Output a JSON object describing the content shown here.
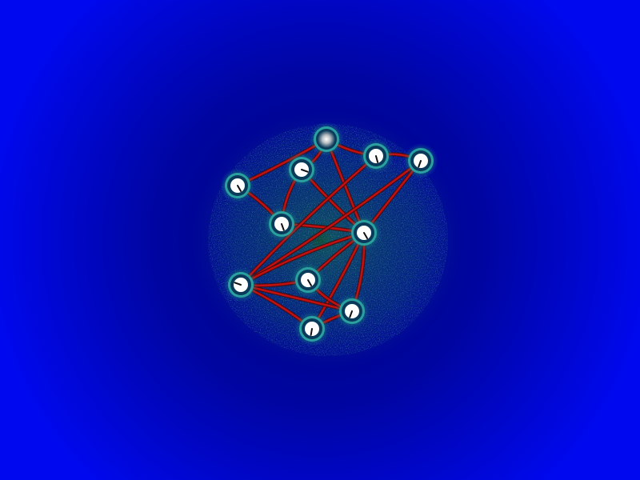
{
  "game": {
    "colors": {
      "background_light": "#0008f0",
      "background_dark": "#000428",
      "glow_inner": "#22e07a",
      "glow_outer": "#0b5fa0",
      "noise": "#1a8a50",
      "node_fill": "#ffffff",
      "node_ring_dark": "#0a3a5a",
      "node_ring_light": "#2aa0a0",
      "edge_color": "#c01010",
      "edge_dark": "#4a0808",
      "pointer_color": "#101010"
    },
    "nodes": [
      {
        "id": "n0",
        "style": "glow"
      },
      {
        "id": "n1",
        "style": "normal",
        "angle": -60
      },
      {
        "id": "n2",
        "style": "normal",
        "angle": -20
      },
      {
        "id": "n3",
        "style": "normal",
        "angle": -70
      },
      {
        "id": "n4",
        "style": "normal",
        "angle": -75
      },
      {
        "id": "n5",
        "style": "normal",
        "angle": -110
      },
      {
        "id": "n6",
        "style": "normal",
        "angle": -60
      },
      {
        "id": "n7",
        "style": "normal",
        "angle": 160
      },
      {
        "id": "n8",
        "style": "normal",
        "angle": -60
      },
      {
        "id": "n9",
        "style": "normal",
        "angle": -100
      },
      {
        "id": "n10",
        "style": "normal",
        "angle": -110
      }
    ],
    "edges": [
      [
        "n0",
        "n1"
      ],
      [
        "n0",
        "n2"
      ],
      [
        "n0",
        "n4"
      ],
      [
        "n0",
        "n6"
      ],
      [
        "n1",
        "n3"
      ],
      [
        "n2",
        "n3"
      ],
      [
        "n2",
        "n6"
      ],
      [
        "n3",
        "n6"
      ],
      [
        "n4",
        "n5"
      ],
      [
        "n4",
        "n7"
      ],
      [
        "n5",
        "n6"
      ],
      [
        "n5",
        "n7"
      ],
      [
        "n6",
        "n7"
      ],
      [
        "n6",
        "n8"
      ],
      [
        "n6",
        "n9"
      ],
      [
        "n6",
        "n10"
      ],
      [
        "n7",
        "n8"
      ],
      [
        "n7",
        "n10"
      ],
      [
        "n7",
        "n9"
      ],
      [
        "n8",
        "n10"
      ],
      [
        "n10",
        "n9"
      ]
    ]
  }
}
